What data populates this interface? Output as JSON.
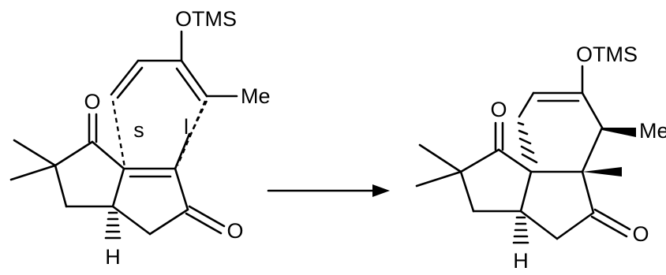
{
  "reactant": {
    "labels": {
      "otms": "OTMS",
      "me": "Me",
      "ketone_top": "O",
      "ketone_bottom": "O",
      "h": "H",
      "tether_s": "s",
      "tether_l": "l"
    }
  },
  "product": {
    "labels": {
      "otms": "OTMS",
      "me": "Me",
      "ketone_top": "O",
      "ketone_bottom": "O",
      "h": "H"
    }
  },
  "arrow": {
    "direction": "right"
  }
}
